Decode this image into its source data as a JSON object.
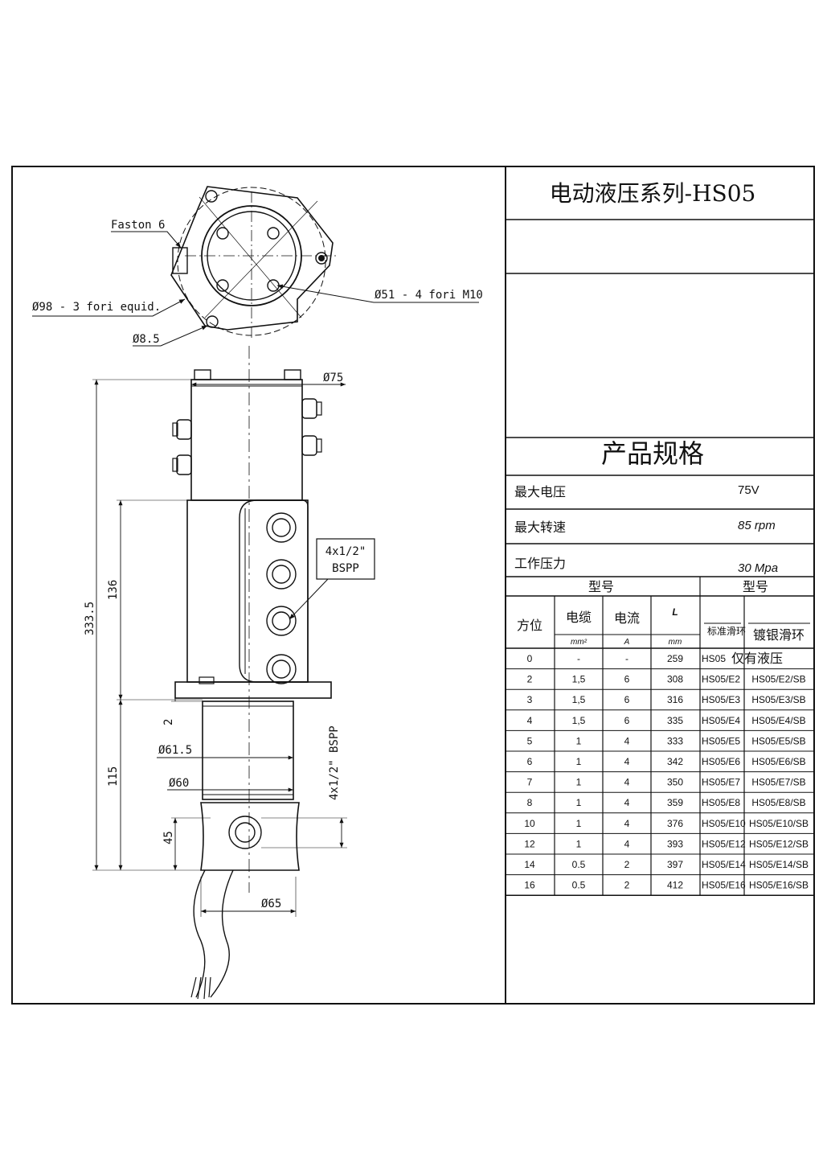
{
  "drawing": {
    "labels": {
      "faston": "Faston 6",
      "pcd98": "Ø98 - 3 fori equid.",
      "pcd51": "Ø51 - 4 fori M10",
      "hole85": "Ø8.5",
      "d75": "Ø75",
      "port_top_1": "4x1/2\"",
      "port_top_2": "BSPP",
      "port_bottom": "4x1/2\" BSPP",
      "d615": "Ø61.5",
      "d60": "Ø60",
      "d65": "Ø65",
      "len_total": "333.5",
      "len_136": "136",
      "len_115": "115",
      "len_45": "45",
      "len_2": "2"
    }
  },
  "title": "电动液压系列-HS05",
  "spec": {
    "heading": "产品规格",
    "rows": [
      {
        "label": "最大电压",
        "value": "75V"
      },
      {
        "label": "最大转速",
        "value": "85 rpm"
      },
      {
        "label": "工作压力",
        "value": "30 Mpa"
      }
    ]
  },
  "table": {
    "group_left": "型号",
    "group_right": "型号",
    "col_position": "方位",
    "col_cable": "电缆",
    "col_current": "电流",
    "col_length": "L",
    "col_standard": "标准滑环",
    "col_silver": "镀银滑环",
    "unit_cable": "mm²",
    "unit_current": "A",
    "unit_length": "mm",
    "hydraulic_only_note": "仅有液压",
    "rows": [
      [
        "0",
        "-",
        "-",
        "259",
        "HS05",
        ""
      ],
      [
        "2",
        "1,5",
        "6",
        "308",
        "HS05/E2",
        "HS05/E2/SB"
      ],
      [
        "3",
        "1,5",
        "6",
        "316",
        "HS05/E3",
        "HS05/E3/SB"
      ],
      [
        "4",
        "1,5",
        "6",
        "335",
        "HS05/E4",
        "HS05/E4/SB"
      ],
      [
        "5",
        "1",
        "4",
        "333",
        "HS05/E5",
        "HS05/E5/SB"
      ],
      [
        "6",
        "1",
        "4",
        "342",
        "HS05/E6",
        "HS05/E6/SB"
      ],
      [
        "7",
        "1",
        "4",
        "350",
        "HS05/E7",
        "HS05/E7/SB"
      ],
      [
        "8",
        "1",
        "4",
        "359",
        "HS05/E8",
        "HS05/E8/SB"
      ],
      [
        "10",
        "1",
        "4",
        "376",
        "HS05/E10",
        "HS05/E10/SB"
      ],
      [
        "12",
        "1",
        "4",
        "393",
        "HS05/E12",
        "HS05/E12/SB"
      ],
      [
        "14",
        "0.5",
        "2",
        "397",
        "HS05/E14",
        "HS05/E14/SB"
      ],
      [
        "16",
        "0.5",
        "2",
        "412",
        "HS05/E16",
        "HS05/E16/SB"
      ]
    ]
  }
}
